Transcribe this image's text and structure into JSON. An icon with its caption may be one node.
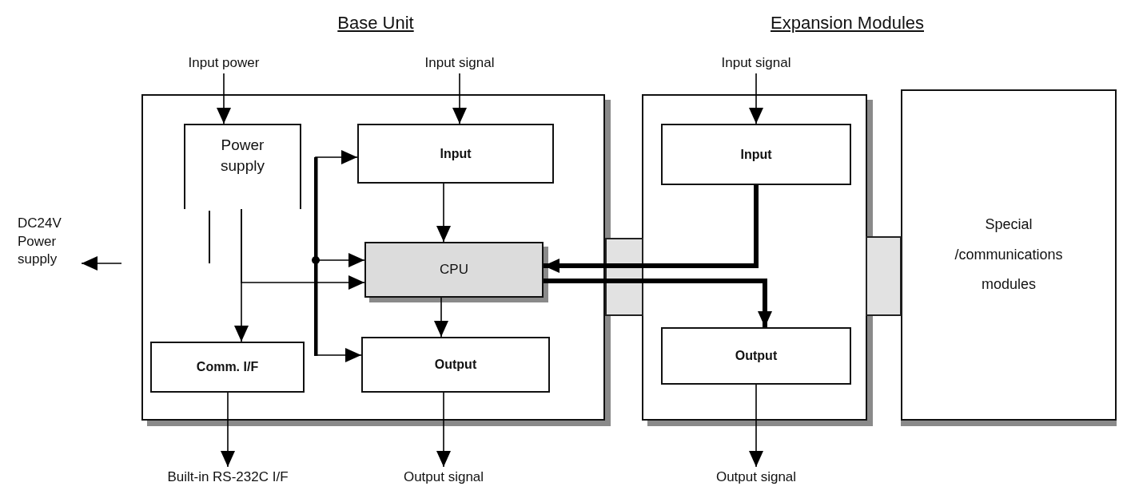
{
  "diagram": {
    "nodes": [
      {
        "text": [],
        "shape": "box"
      },
      {
        "text": [],
        "shape": "box"
      },
      {
        "text": [
          "Special /communications modules"
        ]
      },
      {
        "text": [
          "Input power"
        ]
      },
      {
        "text": [
          "Power supply"
        ],
        "in": 0
      },
      {
        "text": [
          "Input"
        ],
        "in": 0
      },
      {
        "text": [
          "CPU"
        ],
        "in": 0
      },
      {
        "text": [
          "Comm. I/F"
        ],
        "in": 0
      },
      {
        "text": [
          "Output"
        ],
        "in": 0
      },
      {
        "text": [
          "Input signal"
        ]
      },
      {
        "text": [
          "Output signal"
        ]
      },
      {
        "text": [
          "Built-in RS-232C I/F"
        ]
      },
      {
        "text": [
          "DC24V Power supply"
        ]
      },
      {
        "text": [
          "Input signal"
        ]
      },
      {
        "text": [
          "Input"
        ],
        "in": 1
      },
      {
        "text": [
          "Output"
        ],
        "in": 1
      },
      {
        "text": [
          "Output signal"
        ]
      }
    ],
    "edges": [
      {
        "from": 3,
        "to": 4,
        "arrow": "to"
      },
      {
        "from": 9,
        "to": 5,
        "arrow": "to"
      },
      {
        "from": 5,
        "to": 6,
        "arrow": "to"
      },
      {
        "from": 6,
        "to": 8,
        "arrow": "to"
      },
      {
        "from": 8,
        "to": 10,
        "arrow": "to"
      },
      {
        "from": 7,
        "to": 11,
        "arrow": "to"
      },
      {
        "from": null,
        "to": 12,
        "arrow": "to"
      },
      {
        "from": 4,
        "to": 6,
        "arrow": "to"
      },
      {
        "from": 4,
        "to": 7,
        "arrow": "to"
      },
      {
        "from": null,
        "to": 5,
        "arrow": "to"
      },
      {
        "from": null,
        "to": 6,
        "arrow": "to"
      },
      {
        "from": null,
        "to": 8,
        "arrow": "to"
      },
      {
        "from": 14,
        "to": 6,
        "arrow": "to",
        "style": "thick"
      },
      {
        "from": 6,
        "to": 15,
        "arrow": "to",
        "style": "thick"
      },
      {
        "from": 13,
        "to": 14,
        "arrow": "to"
      },
      {
        "from": 15,
        "to": 16,
        "arrow": "to"
      }
    ],
    "labels": [
      "Base Unit",
      "Expansion Modules"
    ]
  }
}
